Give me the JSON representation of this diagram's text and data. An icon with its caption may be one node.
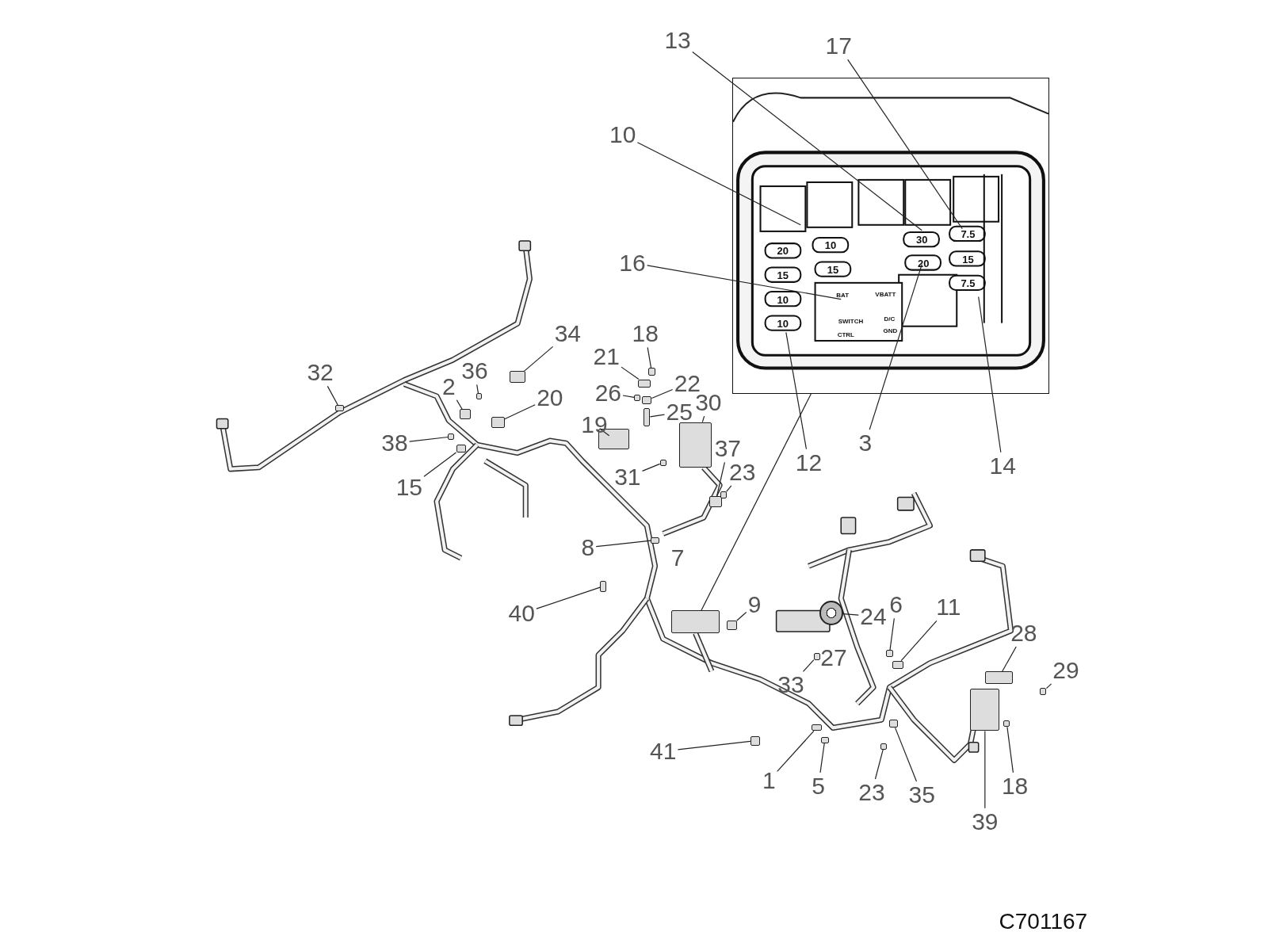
{
  "diagram": {
    "nodes": [
      {
        "text": [],
        "shape": "picture"
      },
      {
        "text": [
          "13"
        ]
      },
      {
        "text": [
          "17"
        ]
      },
      {
        "text": [
          "10"
        ]
      },
      {
        "text": [
          "16"
        ]
      },
      {
        "text": [
          "34"
        ]
      },
      {
        "text": [
          "18"
        ]
      },
      {
        "text": [
          "21"
        ]
      },
      {
        "text": [
          "32"
        ]
      },
      {
        "text": [
          "36"
        ]
      },
      {
        "text": [
          "2"
        ]
      },
      {
        "text": [
          "22"
        ]
      },
      {
        "text": [
          "20"
        ]
      },
      {
        "text": [
          "26"
        ]
      },
      {
        "text": [
          "30"
        ]
      },
      {
        "text": [
          "25"
        ]
      },
      {
        "text": [
          "19"
        ]
      },
      {
        "text": [
          "38"
        ]
      },
      {
        "text": [
          "3"
        ]
      },
      {
        "text": [
          "37"
        ]
      },
      {
        "text": [
          "12"
        ]
      },
      {
        "text": [
          "14"
        ]
      },
      {
        "text": [
          "15"
        ]
      },
      {
        "text": [
          "31"
        ]
      },
      {
        "text": [
          "23"
        ]
      },
      {
        "text": [
          "8"
        ]
      },
      {
        "text": [
          "40"
        ]
      },
      {
        "text": [
          "9"
        ]
      },
      {
        "text": [
          "24"
        ]
      },
      {
        "text": [
          "6"
        ]
      },
      {
        "text": [
          "11"
        ]
      },
      {
        "text": [
          "28"
        ]
      },
      {
        "text": [
          "29"
        ]
      },
      {
        "text": [
          "33"
        ]
      },
      {
        "text": [
          "41"
        ]
      },
      {
        "text": [
          "1"
        ]
      },
      {
        "text": [
          "5"
        ]
      },
      {
        "text": [
          "23"
        ]
      },
      {
        "text": [
          "35"
        ]
      },
      {
        "text": [
          "18"
        ]
      },
      {
        "text": [
          "39"
        ]
      },
      {
        "text": [],
        "shape": "box"
      },
      {
        "text": [],
        "shape": "box"
      },
      {
        "text": [],
        "shape": "box"
      },
      {
        "text": [],
        "shape": "box"
      },
      {
        "text": [],
        "shape": "box"
      },
      {
        "text": [],
        "shape": "box"
      },
      {
        "text": [],
        "shape": "box"
      },
      {
        "text": [],
        "shape": "box"
      },
      {
        "text": [],
        "shape": "box"
      },
      {
        "text": [],
        "shape": "box"
      },
      {
        "text": [],
        "shape": "box"
      },
      {
        "text": [],
        "shape": "box"
      },
      {
        "text": [],
        "shape": "box"
      },
      {
        "text": [],
        "shape": "box"
      },
      {
        "text": [],
        "shape": "box"
      },
      {
        "text": [],
        "shape": "box"
      },
      {
        "text": [],
        "shape": "box"
      },
      {
        "text": [],
        "shape": "box"
      },
      {
        "text": [],
        "shape": "box"
      },
      {
        "text": [],
        "shape": "box"
      },
      {
        "text": [],
        "shape": "box"
      },
      {
        "text": [],
        "shape": "circle"
      },
      {
        "text": [],
        "shape": "box"
      },
      {
        "text": [],
        "shape": "box"
      },
      {
        "text": [],
        "shape": "box"
      },
      {
        "text": [],
        "shape": "box"
      },
      {
        "text": [],
        "shape": "box"
      },
      {
        "text": [],
        "shape": "box"
      },
      {
        "text": [],
        "shape": "box"
      },
      {
        "text": [],
        "shape": "box"
      },
      {
        "text": [],
        "shape": "box"
      },
      {
        "text": [],
        "shape": "box"
      },
      {
        "text": [],
        "shape": "box"
      },
      {
        "text": [],
        "shape": "box"
      }
    ],
    "edges": [
      {
        "from": 0,
        "to": 41,
        "arrow": "none"
      },
      {
        "from": 1,
        "to": 0,
        "arrow": "none"
      },
      {
        "from": 2,
        "to": 0,
        "arrow": "none"
      },
      {
        "from": 3,
        "to": 0,
        "arrow": "none"
      },
      {
        "from": 4,
        "to": 0,
        "arrow": "none"
      },
      {
        "from": 5,
        "to": 42,
        "arrow": "none"
      },
      {
        "from": 6,
        "to": 43,
        "arrow": "none"
      },
      {
        "from": 7,
        "to": 44,
        "arrow": "none"
      },
      {
        "from": 8,
        "to": 45,
        "arrow": "none"
      },
      {
        "from": 9,
        "to": 46,
        "arrow": "none"
      },
      {
        "from": 10,
        "to": 47,
        "arrow": "none"
      },
      {
        "from": 11,
        "to": 48,
        "arrow": "none"
      },
      {
        "from": 12,
        "to": 49,
        "arrow": "none"
      },
      {
        "from": 13,
        "to": 50,
        "arrow": "none"
      },
      {
        "from": 14,
        "to": 51,
        "arrow": "none"
      },
      {
        "from": 15,
        "to": 52,
        "arrow": "none"
      },
      {
        "from": 16,
        "to": 53,
        "arrow": "none"
      },
      {
        "from": 17,
        "to": 54,
        "arrow": "none"
      },
      {
        "from": 18,
        "to": 0,
        "arrow": "none"
      },
      {
        "from": 19,
        "to": 55,
        "arrow": "none"
      },
      {
        "from": 20,
        "to": 0,
        "arrow": "none"
      },
      {
        "from": 21,
        "to": 0,
        "arrow": "none"
      },
      {
        "from": 22,
        "to": 56,
        "arrow": "none"
      },
      {
        "from": 23,
        "to": 57,
        "arrow": "none"
      },
      {
        "from": 24,
        "to": 58,
        "arrow": "none"
      },
      {
        "from": 25,
        "to": 59,
        "arrow": "none"
      },
      {
        "from": 26,
        "to": 60,
        "arrow": "none"
      },
      {
        "from": 27,
        "to": 61,
        "arrow": "none"
      },
      {
        "from": 28,
        "to": 62,
        "arrow": "none"
      },
      {
        "from": 29,
        "to": 63,
        "arrow": "none"
      },
      {
        "from": 30,
        "to": 64,
        "arrow": "none"
      },
      {
        "from": 31,
        "to": 65,
        "arrow": "none"
      },
      {
        "from": 32,
        "to": 66,
        "arrow": "none"
      },
      {
        "from": 33,
        "to": 67,
        "arrow": "none"
      },
      {
        "from": 34,
        "to": 68,
        "arrow": "none"
      },
      {
        "from": 35,
        "to": 69,
        "arrow": "none"
      },
      {
        "from": 36,
        "to": 70,
        "arrow": "none"
      },
      {
        "from": 37,
        "to": 71,
        "arrow": "none"
      },
      {
        "from": 38,
        "to": 72,
        "arrow": "none"
      },
      {
        "from": 39,
        "to": 73,
        "arrow": "none"
      },
      {
        "from": 40,
        "to": 74,
        "arrow": "none"
      }
    ],
    "labels": [
      "20",
      "10",
      "30",
      "7.5",
      "15",
      "15",
      "20",
      "15",
      "10",
      "7.5",
      "10",
      "BAT",
      "VBATT",
      "SWITCH",
      "D/C",
      "CTRL",
      "GND",
      "7",
      "27",
      "C701167"
    ]
  }
}
